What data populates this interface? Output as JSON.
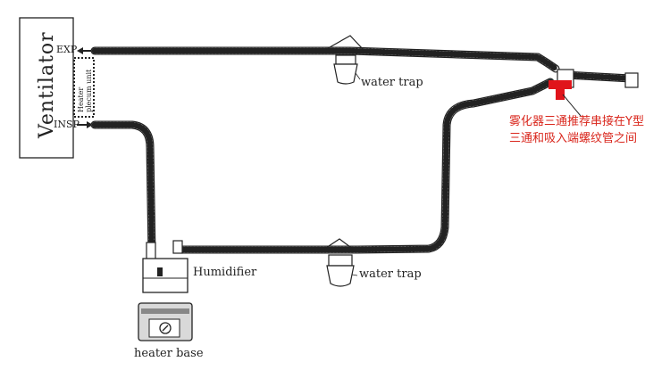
{
  "ventilator": {
    "title": "Ventilator",
    "exp_port": "EXP",
    "insp_port": "INSP",
    "heater_unit_line1": "Heater",
    "heater_unit_line2": "plecum unit"
  },
  "labels": {
    "water_trap_top": "water trap",
    "water_trap_bottom": "water trap",
    "humidifier": "Humidifier",
    "heater_base": "heater base"
  },
  "annotation": {
    "line1": "雾化器三通推荐串接在Y型",
    "line2": "三通和吸入端螺纹管之间",
    "color": "#d9261c"
  },
  "colors": {
    "line": "#222222",
    "tube_fill": "#f4f4f4",
    "nebulizer": "#e0141b"
  }
}
